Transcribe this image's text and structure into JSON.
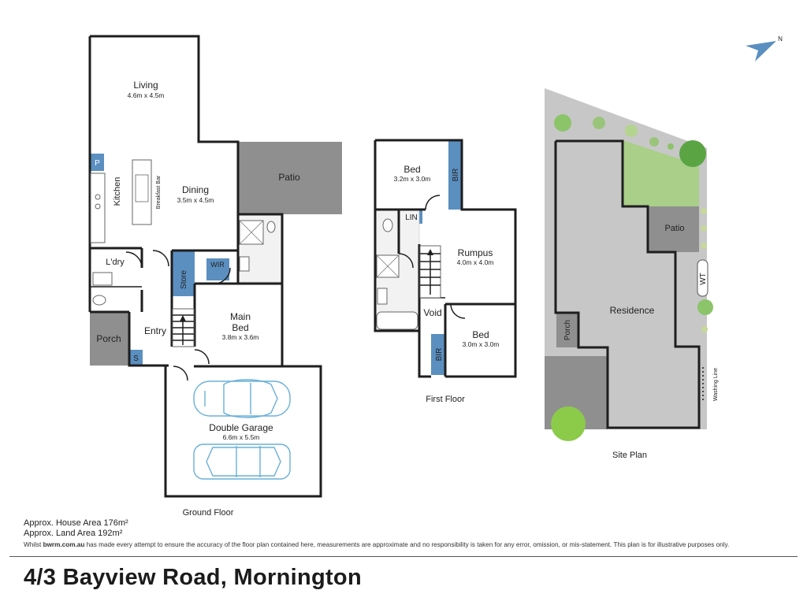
{
  "ground_floor": {
    "caption": "Ground Floor",
    "rooms": {
      "living": {
        "name": "Living",
        "size": "4.6m x 4.5m"
      },
      "kitchen": {
        "name": "Kitchen"
      },
      "breakfast_bar": {
        "name": "Breakfast Bar"
      },
      "dining": {
        "name": "Dining",
        "size": "3.5m x 4.5m"
      },
      "patio": {
        "name": "Patio"
      },
      "pantry": {
        "name": "P"
      },
      "laundry": {
        "name": "L'dry"
      },
      "store": {
        "name": "Store"
      },
      "wir": {
        "name": "WIR"
      },
      "entry": {
        "name": "Entry"
      },
      "porch": {
        "name": "Porch"
      },
      "shelf": {
        "name": "S"
      },
      "main_bed": {
        "name": "Main\nBed",
        "line1": "Main",
        "line2": "Bed",
        "size": "3.8m x 3.6m"
      },
      "garage": {
        "name": "Double Garage",
        "size": "6.6m x 5.5m"
      }
    }
  },
  "first_floor": {
    "caption": "First Floor",
    "rooms": {
      "bed_top": {
        "name": "Bed",
        "size": "3.2m x 3.0m"
      },
      "bir_top": {
        "name": "BIR"
      },
      "lin": {
        "name": "LIN"
      },
      "rumpus": {
        "name": "Rumpus",
        "size": "4.0m x 4.0m"
      },
      "void": {
        "name": "Void"
      },
      "bed_bottom": {
        "name": "Bed",
        "size": "3.0m x 3.0m"
      },
      "bir_bottom": {
        "name": "BIR"
      }
    }
  },
  "site_plan": {
    "caption": "Site Plan",
    "labels": {
      "patio": "Patio",
      "wt": "WT",
      "residence": "Residence",
      "porch": "Porch",
      "washing_line": "Washing Line"
    }
  },
  "compass": {
    "label": "N"
  },
  "footer": {
    "house_area": "Approx. House Area 176m²",
    "land_area": "Approx. Land Area 192m²",
    "disclaimer_pre": "Whilst ",
    "disclaimer_brand": "bwrm.com.au",
    "disclaimer_post": " has made every attempt to ensure the accuracy of the floor plan contained here, measurements are approximate and no responsibility is taken for any error, omission, or mis-statement. This plan is for illustrative purposes only."
  },
  "address": "4/3 Bayview Road, Mornington",
  "colors": {
    "walls": "#1e1e1e",
    "built_in": "#5b8fc0",
    "concrete": "#8f8f8f",
    "light_concrete": "#c7c7c7",
    "grass": "#a9cf88",
    "car_outline": "#6ab0d8"
  }
}
